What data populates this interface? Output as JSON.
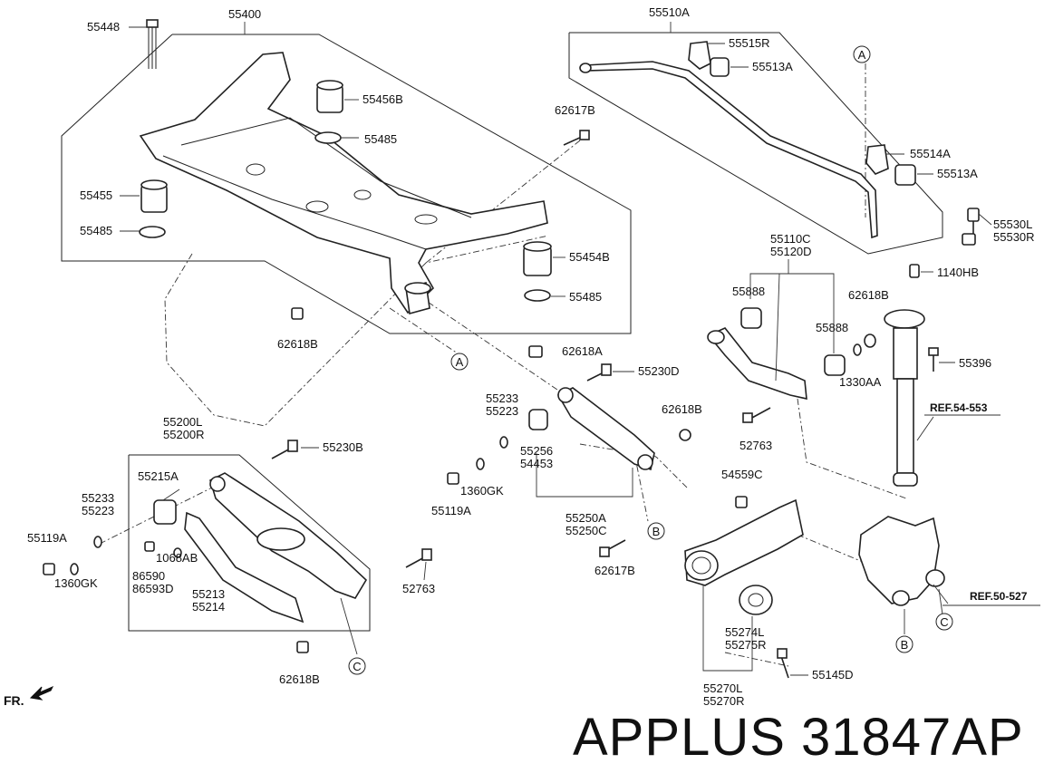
{
  "parts": {
    "p55448": "55448",
    "p55400": "55400",
    "p55456B": "55456B",
    "p55485a": "55485",
    "p55455": "55455",
    "p55485b": "55485",
    "p55454B": "55454B",
    "p55485c": "55485",
    "p62617B_top": "62617B",
    "p62618B_left": "62618B",
    "p62618A": "62618A",
    "p55510A": "55510A",
    "p55515R": "55515R",
    "p55513A_top": "55513A",
    "p55514A": "55514A",
    "p55513A_mid": "55513A",
    "p55530L": "55530L",
    "p55530R": "55530R",
    "p1140HB": "1140HB",
    "p55110C": "55110C",
    "p55120D": "55120D",
    "p55888_a": "55888",
    "p55888_b": "55888",
    "p62618B_r": "62618B",
    "p1330AA": "1330AA",
    "p55396": "55396",
    "p55230D": "55230D",
    "p55233_m": "55233",
    "p55223_m": "55223",
    "p62618B_m": "62618B",
    "p55256": "55256",
    "p54453": "54453",
    "p1360GK_m": "1360GK",
    "p55119A_m": "55119A",
    "p52763_r": "52763",
    "p55250A": "55250A",
    "p55250C": "55250C",
    "p62617B_b": "62617B",
    "p54559C": "54559C",
    "p55200L": "55200L",
    "p55200R": "55200R",
    "p55230B": "55230B",
    "p55215A": "55215A",
    "p55233_l": "55233",
    "p55223_l": "55223",
    "p55119A_l": "55119A",
    "p1068AB": "1068AB",
    "p1360GK_l": "1360GK",
    "p86590": "86590",
    "p86593D": "86593D",
    "p55213": "55213",
    "p55214": "55214",
    "p52763_l": "52763",
    "p62618B_bl": "62618B",
    "p55274L": "55274L",
    "p55275R": "55275R",
    "p55145D": "55145D",
    "p55270L": "55270L",
    "p55270R": "55270R"
  },
  "refs": {
    "ref_shock": "REF.54-553",
    "ref_knuckle": "REF.50-527"
  },
  "markers": {
    "A": "A",
    "B": "B",
    "C": "C"
  },
  "front_indicator": "FR.",
  "watermark": "APPLUS 31847AP"
}
